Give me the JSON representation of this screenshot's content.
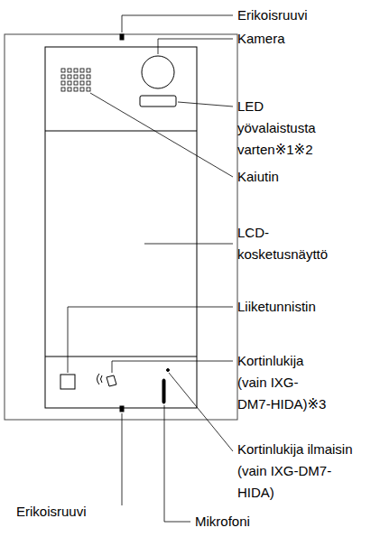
{
  "diagram": {
    "labels": [
      "Erikoisruuvi",
      "Kamera",
      "LED yövalaistusta varten※1※2",
      "Kaiutin",
      "LCD-kosketusnäyttö",
      "Liiketunnistin",
      "Kortinlukija (vain IXG-DM7-HIDA)※3",
      "Kortinlukija ilmaisin (vain IXG-DM7-HIDA)",
      "Erikoisruuvi",
      "Mikrofoni"
    ]
  }
}
